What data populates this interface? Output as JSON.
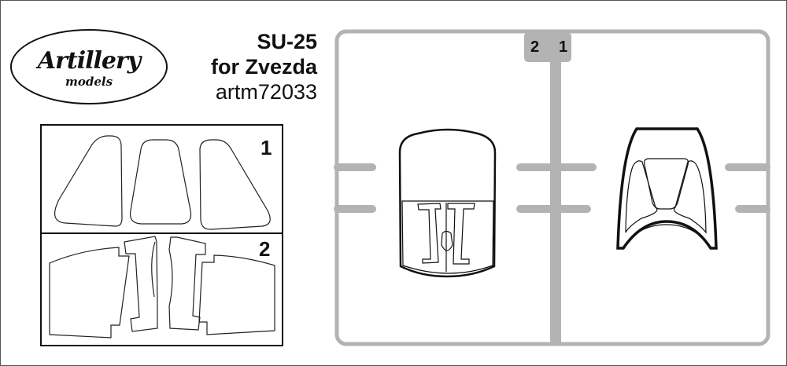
{
  "header": {
    "logo": {
      "brand": "Artillery",
      "subtitle": "models"
    },
    "product": {
      "aircraft": "SU-25",
      "kit_compat": "for Zvezda",
      "sku": "artm72033"
    }
  },
  "mask_sheet": {
    "sections": [
      {
        "number": "1",
        "parts": [
          "left-quarter-window",
          "center-windscreen",
          "right-quarter-window"
        ]
      },
      {
        "number": "2",
        "parts": [
          "left-canopy-side-panel",
          "left-frame-strip",
          "right-frame-strip",
          "right-canopy-side-panel"
        ]
      }
    ]
  },
  "sprue": {
    "gate_labels": [
      "2",
      "1"
    ],
    "parts": [
      {
        "number": "2",
        "name": "rear-canopy-part"
      },
      {
        "number": "1",
        "name": "front-windscreen-part"
      }
    ],
    "colors": {
      "sprue": "#b3b3b3",
      "outline": "#111111"
    }
  }
}
